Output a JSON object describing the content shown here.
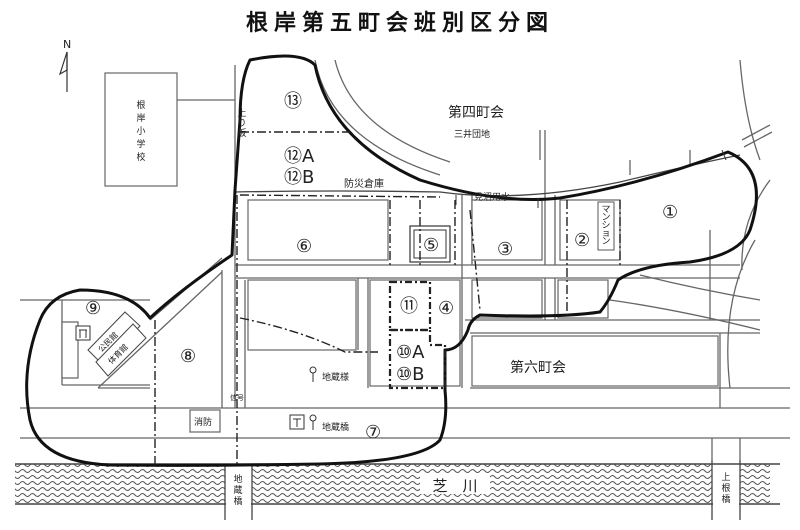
{
  "title": "根岸第五町会班別区分図",
  "north": "N",
  "areas": {
    "n13": "⑬",
    "n12a": "⑫A",
    "n12b": "⑫B",
    "n6": "⑥",
    "n5": "⑤",
    "n3": "③",
    "n2": "②",
    "n1": "①",
    "n4": "④",
    "n11": "⑪",
    "n10a": "⑩A",
    "n10b": "⑩B",
    "n9": "⑨",
    "n8": "⑧",
    "n7": "⑦"
  },
  "labels": {
    "school": "根岸小学校",
    "yon_chokai": "第四町会",
    "mitsui": "三井団地",
    "bosai": "防災倉庫",
    "minuma": "見沼用水",
    "mansion": "マンション",
    "agarizaka": "上り坂",
    "rokuchokai": "第六町会",
    "jizo1": "地蔵様",
    "jizo2": "地蔵橋",
    "kominkan": "公民館",
    "taiikukan": "体育館",
    "shobo": "消防",
    "shingo": "信号",
    "jizobashi": "地蔵橋",
    "shibakawa": "芝　川",
    "kaminegibashi": "上根橋"
  },
  "colors": {
    "boundary": "#111111",
    "road": "#666666",
    "water": "#555555"
  }
}
